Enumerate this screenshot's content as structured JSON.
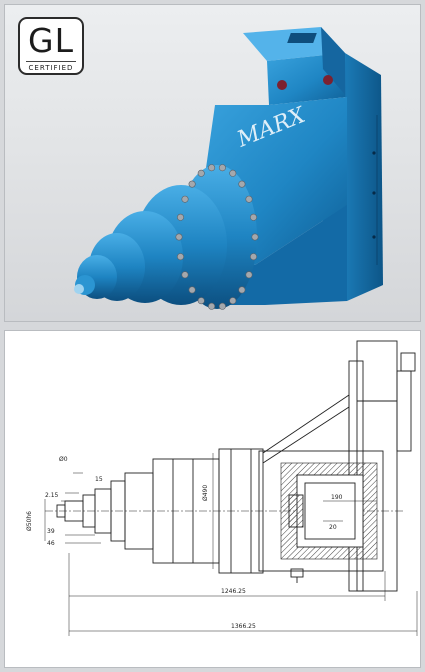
{
  "certification": {
    "badge_main": "GL",
    "badge_sub": "CERTIFIED"
  },
  "product": {
    "logo_text": "MARX"
  },
  "drawing": {
    "dimensions": {
      "d0": "Ø0",
      "d15": "15",
      "d215": "2.15",
      "d39": "39",
      "d46": "46",
      "d50": "Ø50h6",
      "d490": "Ø490",
      "d190": "190",
      "d20": "20",
      "d1246": "1246.25",
      "d1366": "1366.25"
    }
  },
  "colors": {
    "body_blue": "#1f86c4",
    "body_dark": "#0f5f96",
    "bolt_grey": "#a4a8ad",
    "hatch": "#444444"
  }
}
